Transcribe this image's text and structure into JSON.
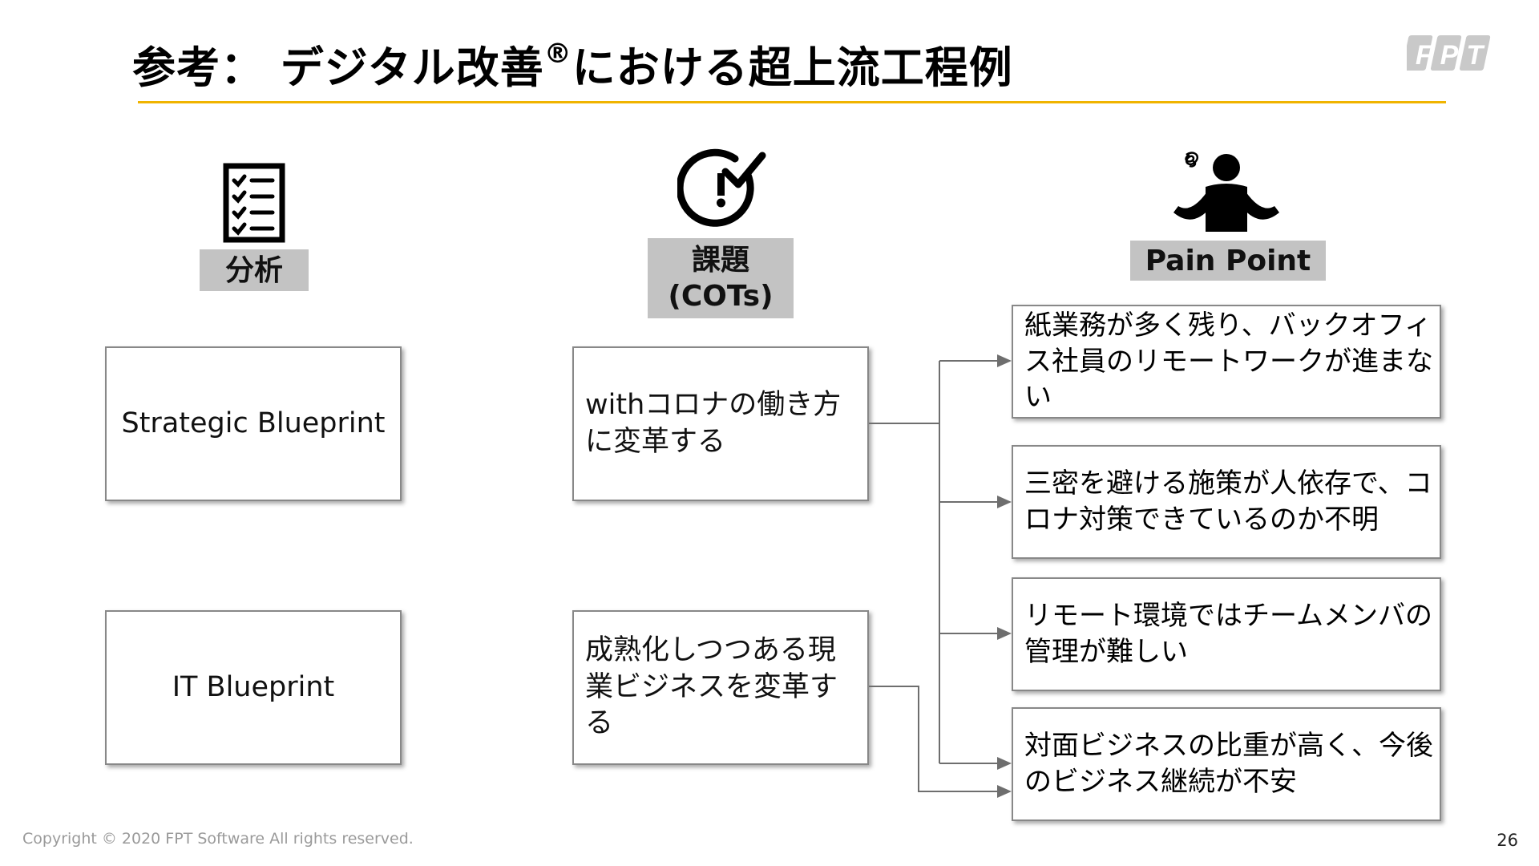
{
  "slide": {
    "title": "参考： デジタル改善",
    "title_reg": "®",
    "title_rest": "における超上流工程例",
    "logo_text": "FPT",
    "accent_color": "#f0b400",
    "footer": "Copyright © 2020 FPT Software All rights reserved.",
    "page_number": "26"
  },
  "columns": {
    "analysis": {
      "label": "分析",
      "icon": "checklist-icon"
    },
    "issues": {
      "label_line1": "課題",
      "label_line2": "(COTs)",
      "icon": "alert-check-icon"
    },
    "pain": {
      "label": "Pain Point",
      "icon": "confused-person-icon"
    }
  },
  "analysis_boxes": [
    "Strategic Blueprint",
    "IT Blueprint"
  ],
  "issue_boxes": [
    "withコロナの働き方に変革する",
    "成熟化しつつある現業ビジネスを変革する"
  ],
  "pain_points": [
    "紙業務が多く残り、バックオフィス社員のリモートワークが進まない",
    "三密を避ける施策が人依存で、コロナ対策できているのか不明",
    "リモート環境ではチームメンバの管理が難しい",
    "対面ビジネスの比重が高く、今後のビジネス継続が不安"
  ]
}
